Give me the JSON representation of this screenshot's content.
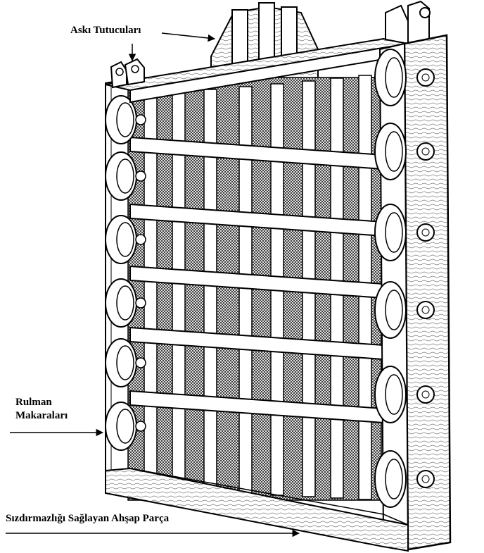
{
  "labels": {
    "hanger_holders": "Askı Tutucuları",
    "bearing_rollers_line1": "Rulman",
    "bearing_rollers_line2": "Makaraları",
    "wooden_seal_piece": "Sızdırmazlığı Sağlayan Ahşap Parça"
  },
  "colors": {
    "ink": "#000000",
    "paper": "#ffffff",
    "screen": "#7a7a7a"
  }
}
